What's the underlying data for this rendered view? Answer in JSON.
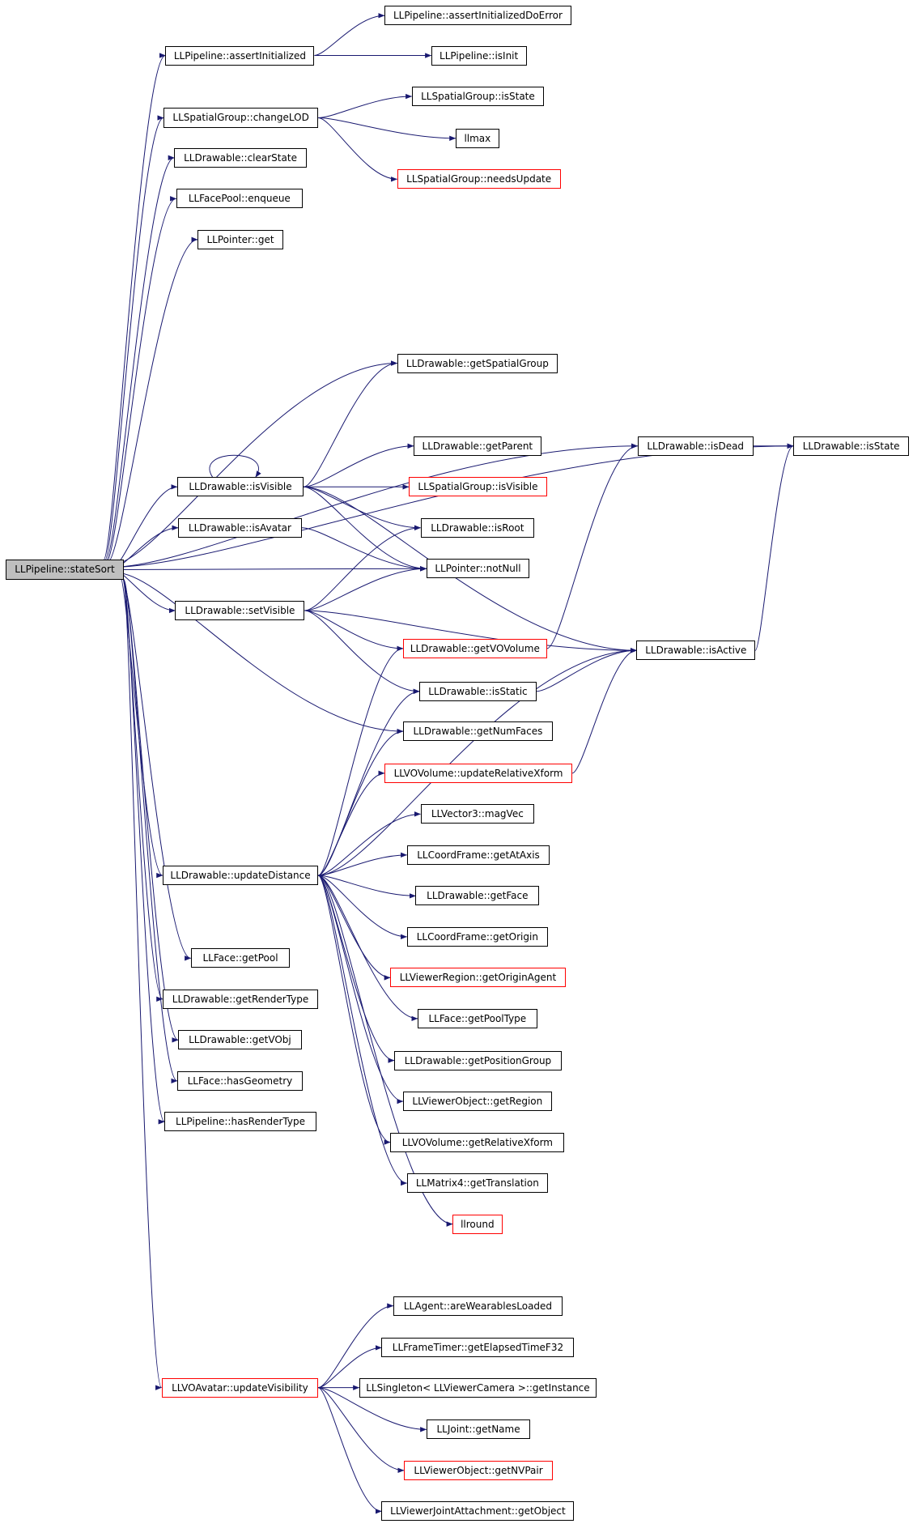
{
  "colors": {
    "edge": "#191970",
    "node_border": "#000000",
    "incomplete_border": "#ff0000",
    "root_fill": "#bfbfbf"
  },
  "root": "LLPipeline::stateSort",
  "nodes": [
    {
      "id": "stateSort",
      "label": "LLPipeline::stateSort",
      "style": "root"
    },
    {
      "id": "assertInitializedDoError",
      "label": "LLPipeline::assertInitializedDoError",
      "style": "normal"
    },
    {
      "id": "assertInitialized",
      "label": "LLPipeline::assertInitialized",
      "style": "normal"
    },
    {
      "id": "pipelineIsInit",
      "label": "LLPipeline::isInit",
      "style": "normal"
    },
    {
      "id": "spatialIsState",
      "label": "LLSpatialGroup::isState",
      "style": "normal"
    },
    {
      "id": "changeLOD",
      "label": "LLSpatialGroup::changeLOD",
      "style": "normal"
    },
    {
      "id": "llmax",
      "label": "llmax",
      "style": "normal"
    },
    {
      "id": "needsUpdate",
      "label": "LLSpatialGroup::needsUpdate",
      "style": "incomplete"
    },
    {
      "id": "clearState",
      "label": "LLDrawable::clearState",
      "style": "normal"
    },
    {
      "id": "enqueue",
      "label": "LLFacePool::enqueue",
      "style": "normal"
    },
    {
      "id": "pointerGet",
      "label": "LLPointer::get",
      "style": "normal"
    },
    {
      "id": "getSpatialGroup",
      "label": "LLDrawable::getSpatialGroup",
      "style": "normal"
    },
    {
      "id": "getParent",
      "label": "LLDrawable::getParent",
      "style": "normal"
    },
    {
      "id": "isDead",
      "label": "LLDrawable::isDead",
      "style": "normal"
    },
    {
      "id": "drawableIsState",
      "label": "LLDrawable::isState",
      "style": "normal"
    },
    {
      "id": "isVisible",
      "label": "LLDrawable::isVisible",
      "style": "normal"
    },
    {
      "id": "spatialIsVisible",
      "label": "LLSpatialGroup::isVisible",
      "style": "incomplete"
    },
    {
      "id": "isAvatar",
      "label": "LLDrawable::isAvatar",
      "style": "normal"
    },
    {
      "id": "isRoot",
      "label": "LLDrawable::isRoot",
      "style": "normal"
    },
    {
      "id": "notNull",
      "label": "LLPointer::notNull",
      "style": "normal"
    },
    {
      "id": "setVisible",
      "label": "LLDrawable::setVisible",
      "style": "normal"
    },
    {
      "id": "getVOVolume",
      "label": "LLDrawable::getVOVolume",
      "style": "incomplete"
    },
    {
      "id": "isActive",
      "label": "LLDrawable::isActive",
      "style": "normal"
    },
    {
      "id": "isStatic",
      "label": "LLDrawable::isStatic",
      "style": "normal"
    },
    {
      "id": "getNumFaces",
      "label": "LLDrawable::getNumFaces",
      "style": "normal"
    },
    {
      "id": "updateRelativeXform",
      "label": "LLVOVolume::updateRelativeXform",
      "style": "incomplete"
    },
    {
      "id": "magVec",
      "label": "LLVector3::magVec",
      "style": "normal"
    },
    {
      "id": "getAtAxis",
      "label": "LLCoordFrame::getAtAxis",
      "style": "normal"
    },
    {
      "id": "updateDistance",
      "label": "LLDrawable::updateDistance",
      "style": "normal"
    },
    {
      "id": "getFace",
      "label": "LLDrawable::getFace",
      "style": "normal"
    },
    {
      "id": "getOrigin",
      "label": "LLCoordFrame::getOrigin",
      "style": "normal"
    },
    {
      "id": "getOriginAgent",
      "label": "LLViewerRegion::getOriginAgent",
      "style": "incomplete"
    },
    {
      "id": "getPool",
      "label": "LLFace::getPool",
      "style": "normal"
    },
    {
      "id": "getPoolType",
      "label": "LLFace::getPoolType",
      "style": "normal"
    },
    {
      "id": "getRenderType",
      "label": "LLDrawable::getRenderType",
      "style": "normal"
    },
    {
      "id": "getPositionGroup",
      "label": "LLDrawable::getPositionGroup",
      "style": "normal"
    },
    {
      "id": "getVObj",
      "label": "LLDrawable::getVObj",
      "style": "normal"
    },
    {
      "id": "getRegion",
      "label": "LLViewerObject::getRegion",
      "style": "normal"
    },
    {
      "id": "hasGeometry",
      "label": "LLFace::hasGeometry",
      "style": "normal"
    },
    {
      "id": "getRelativeXform",
      "label": "LLVOVolume::getRelativeXform",
      "style": "normal"
    },
    {
      "id": "hasRenderType",
      "label": "LLPipeline::hasRenderType",
      "style": "normal"
    },
    {
      "id": "getTranslation",
      "label": "LLMatrix4::getTranslation",
      "style": "normal"
    },
    {
      "id": "llround",
      "label": "llround",
      "style": "incomplete"
    },
    {
      "id": "areWearablesLoaded",
      "label": "LLAgent::areWearablesLoaded",
      "style": "normal"
    },
    {
      "id": "getElapsedTimeF32",
      "label": "LLFrameTimer::getElapsedTimeF32",
      "style": "normal"
    },
    {
      "id": "updateVisibility",
      "label": "LLVOAvatar::updateVisibility",
      "style": "incomplete"
    },
    {
      "id": "getInstance",
      "label": "LLSingleton< LLViewerCamera >::getInstance",
      "style": "normal"
    },
    {
      "id": "getName",
      "label": "LLJoint::getName",
      "style": "normal"
    },
    {
      "id": "getNVPair",
      "label": "LLViewerObject::getNVPair",
      "style": "incomplete"
    },
    {
      "id": "getObject",
      "label": "LLViewerJointAttachment::getObject",
      "style": "normal"
    }
  ],
  "edges": [
    [
      "stateSort",
      "assertInitialized"
    ],
    [
      "stateSort",
      "changeLOD"
    ],
    [
      "stateSort",
      "clearState"
    ],
    [
      "stateSort",
      "enqueue"
    ],
    [
      "stateSort",
      "pointerGet"
    ],
    [
      "stateSort",
      "drawableIsState"
    ],
    [
      "stateSort",
      "getSpatialGroup"
    ],
    [
      "stateSort",
      "isDead"
    ],
    [
      "stateSort",
      "isVisible"
    ],
    [
      "stateSort",
      "isAvatar"
    ],
    [
      "stateSort",
      "notNull"
    ],
    [
      "stateSort",
      "setVisible"
    ],
    [
      "stateSort",
      "getNumFaces"
    ],
    [
      "stateSort",
      "updateDistance"
    ],
    [
      "stateSort",
      "getPool"
    ],
    [
      "stateSort",
      "getRenderType"
    ],
    [
      "stateSort",
      "getVObj"
    ],
    [
      "stateSort",
      "hasGeometry"
    ],
    [
      "stateSort",
      "hasRenderType"
    ],
    [
      "stateSort",
      "updateVisibility"
    ],
    [
      "assertInitialized",
      "assertInitializedDoError"
    ],
    [
      "assertInitialized",
      "pipelineIsInit"
    ],
    [
      "changeLOD",
      "spatialIsState"
    ],
    [
      "changeLOD",
      "llmax"
    ],
    [
      "changeLOD",
      "needsUpdate"
    ],
    [
      "isDead",
      "drawableIsState"
    ],
    [
      "isActive",
      "drawableIsState"
    ],
    [
      "isVisible",
      "isVisible"
    ],
    [
      "isVisible",
      "getSpatialGroup"
    ],
    [
      "isVisible",
      "getParent"
    ],
    [
      "isVisible",
      "spatialIsVisible"
    ],
    [
      "isVisible",
      "isRoot"
    ],
    [
      "isVisible",
      "notNull"
    ],
    [
      "isVisible",
      "isActive"
    ],
    [
      "isAvatar",
      "notNull"
    ],
    [
      "setVisible",
      "isRoot"
    ],
    [
      "setVisible",
      "notNull"
    ],
    [
      "setVisible",
      "getVOVolume"
    ],
    [
      "setVisible",
      "isActive"
    ],
    [
      "setVisible",
      "isStatic"
    ],
    [
      "getVOVolume",
      "isDead"
    ],
    [
      "isStatic",
      "isActive"
    ],
    [
      "updateRelativeXform",
      "isActive"
    ],
    [
      "updateDistance",
      "getVOVolume"
    ],
    [
      "updateDistance",
      "isStatic"
    ],
    [
      "updateDistance",
      "getNumFaces"
    ],
    [
      "updateDistance",
      "updateRelativeXform"
    ],
    [
      "updateDistance",
      "magVec"
    ],
    [
      "updateDistance",
      "getAtAxis"
    ],
    [
      "updateDistance",
      "getFace"
    ],
    [
      "updateDistance",
      "getOrigin"
    ],
    [
      "updateDistance",
      "getOriginAgent"
    ],
    [
      "updateDistance",
      "getPoolType"
    ],
    [
      "updateDistance",
      "getPositionGroup"
    ],
    [
      "updateDistance",
      "getRegion"
    ],
    [
      "updateDistance",
      "getRelativeXform"
    ],
    [
      "updateDistance",
      "getTranslation"
    ],
    [
      "updateDistance",
      "llround"
    ],
    [
      "updateDistance",
      "isActive"
    ],
    [
      "updateVisibility",
      "areWearablesLoaded"
    ],
    [
      "updateVisibility",
      "getElapsedTimeF32"
    ],
    [
      "updateVisibility",
      "getInstance"
    ],
    [
      "updateVisibility",
      "getName"
    ],
    [
      "updateVisibility",
      "getNVPair"
    ],
    [
      "updateVisibility",
      "getObject"
    ]
  ]
}
